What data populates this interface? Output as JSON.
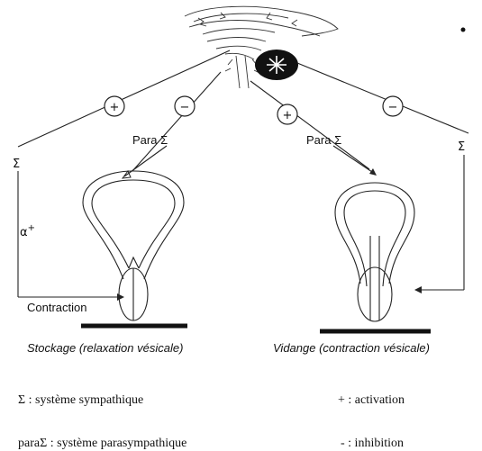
{
  "signs": {
    "activation": "+",
    "inhibition": "−"
  },
  "labels": {
    "sigma_left": "Σ",
    "sigma_right": "Σ",
    "para_left": "Para Σ",
    "para_right": "Para Σ",
    "alpha": "α",
    "alpha_sup": "+",
    "contraction": "Contraction"
  },
  "captions": {
    "left": "Stockage (relaxation vésicale)",
    "right": "Vidange (contraction vésicale)"
  },
  "legend": {
    "sigma_def": "Σ : système sympathique",
    "para_def": "paraΣ : système parasympathique",
    "plus_def": "+ : activation",
    "minus_def": "- : inhibition"
  }
}
